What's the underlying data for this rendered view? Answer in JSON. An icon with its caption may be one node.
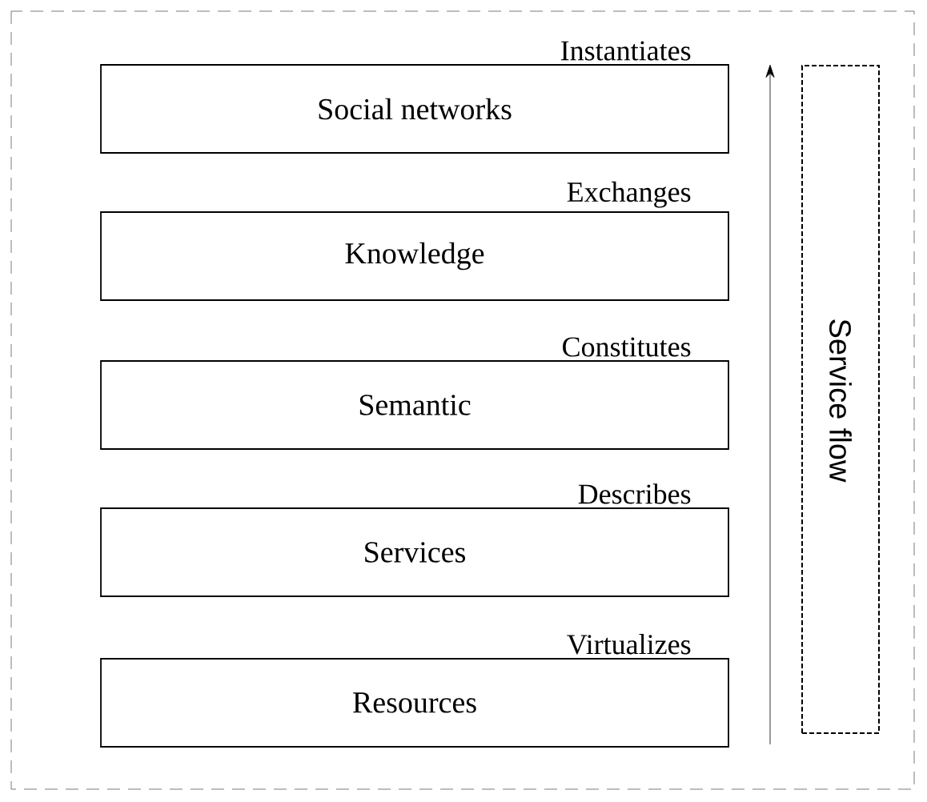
{
  "diagram": {
    "nodes": [
      {
        "text": [
          "Instantiates",
          "Social networks"
        ]
      },
      {
        "text": [
          "Exchanges",
          "Knowledge"
        ]
      },
      {
        "text": [
          "Constitutes",
          "Semantic"
        ]
      },
      {
        "text": [
          "Describes",
          "Services"
        ]
      },
      {
        "text": [
          "Virtualizes",
          "Resources"
        ]
      },
      {
        "text": [
          "Service flow"
        ]
      }
    ]
  }
}
